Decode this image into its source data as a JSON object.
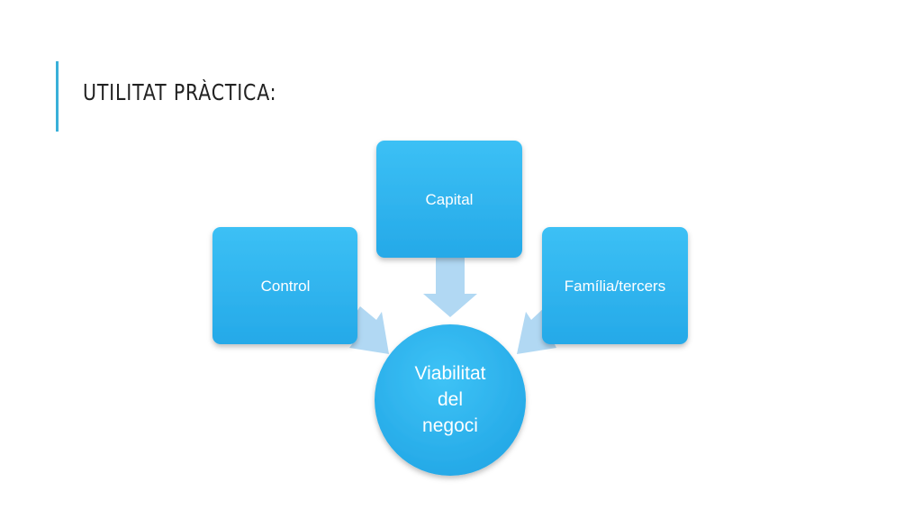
{
  "slide": {
    "title": "UTILITAT PRÀCTICA:"
  },
  "diagram": {
    "center": {
      "lines": [
        "Viabilitat",
        "del",
        "negoci"
      ]
    },
    "boxes": [
      {
        "id": "control",
        "label": "Control"
      },
      {
        "id": "capital",
        "label": "Capital"
      },
      {
        "id": "familia",
        "label": "Família/tercers"
      }
    ]
  },
  "colors": {
    "accent": "#3ab0d9",
    "box_fill": "#2fb6ef",
    "arrow_fill": "#a9d4f2",
    "title_text": "#222222"
  }
}
